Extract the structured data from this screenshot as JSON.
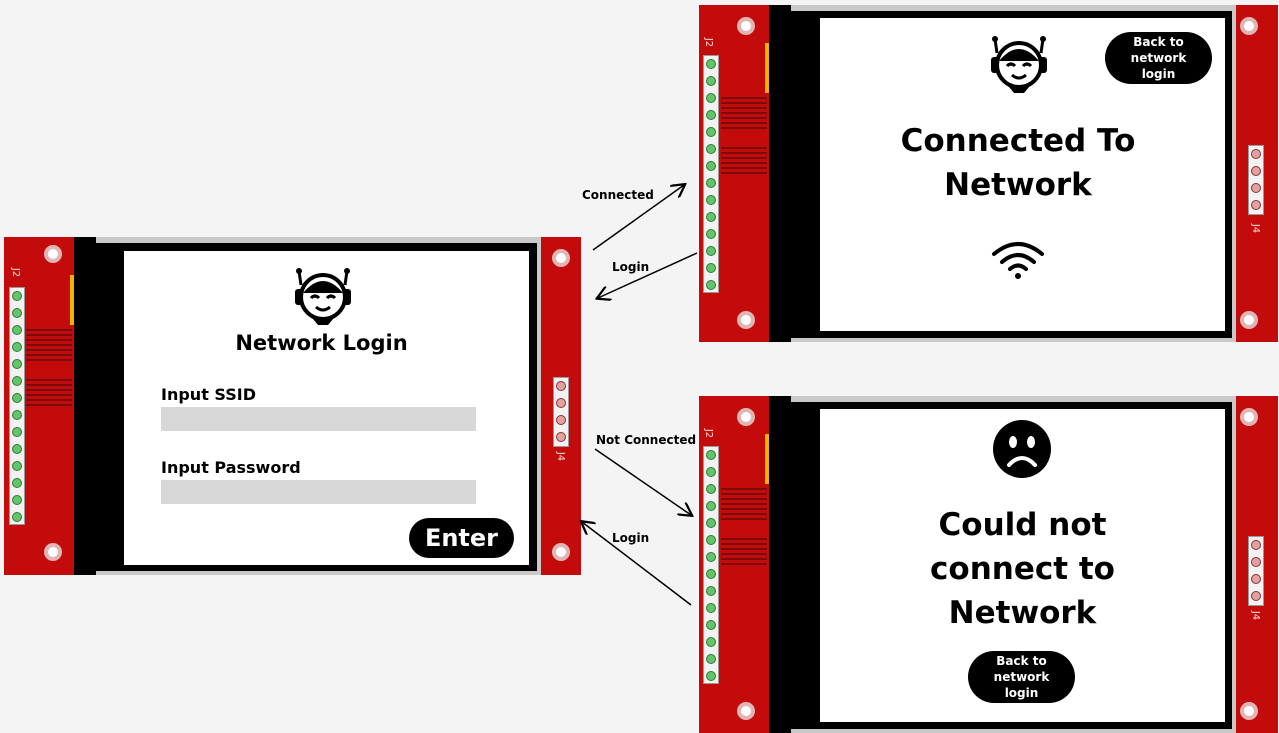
{
  "login_screen": {
    "title": "Network Login",
    "ssid_label": "Input SSID",
    "password_label": "Input Password",
    "enter_button": "Enter"
  },
  "connected_screen": {
    "heading": "Connected To Network",
    "back_button": "Back to network login"
  },
  "failed_screen": {
    "heading": "Could not connect to Network",
    "back_button": "Back to network login"
  },
  "transitions": {
    "connected": "Connected",
    "login_top": "Login",
    "not_connected": "Not Connected",
    "login_bottom": "Login"
  },
  "board_labels": {
    "j2": "J2",
    "j4": "J4"
  },
  "icons": [
    "robot-face-icon",
    "wifi-icon",
    "sad-face-icon"
  ],
  "colors": {
    "pcb": "#c30b0b",
    "pin_green": "#63c46a",
    "connector": "#f0b400"
  }
}
